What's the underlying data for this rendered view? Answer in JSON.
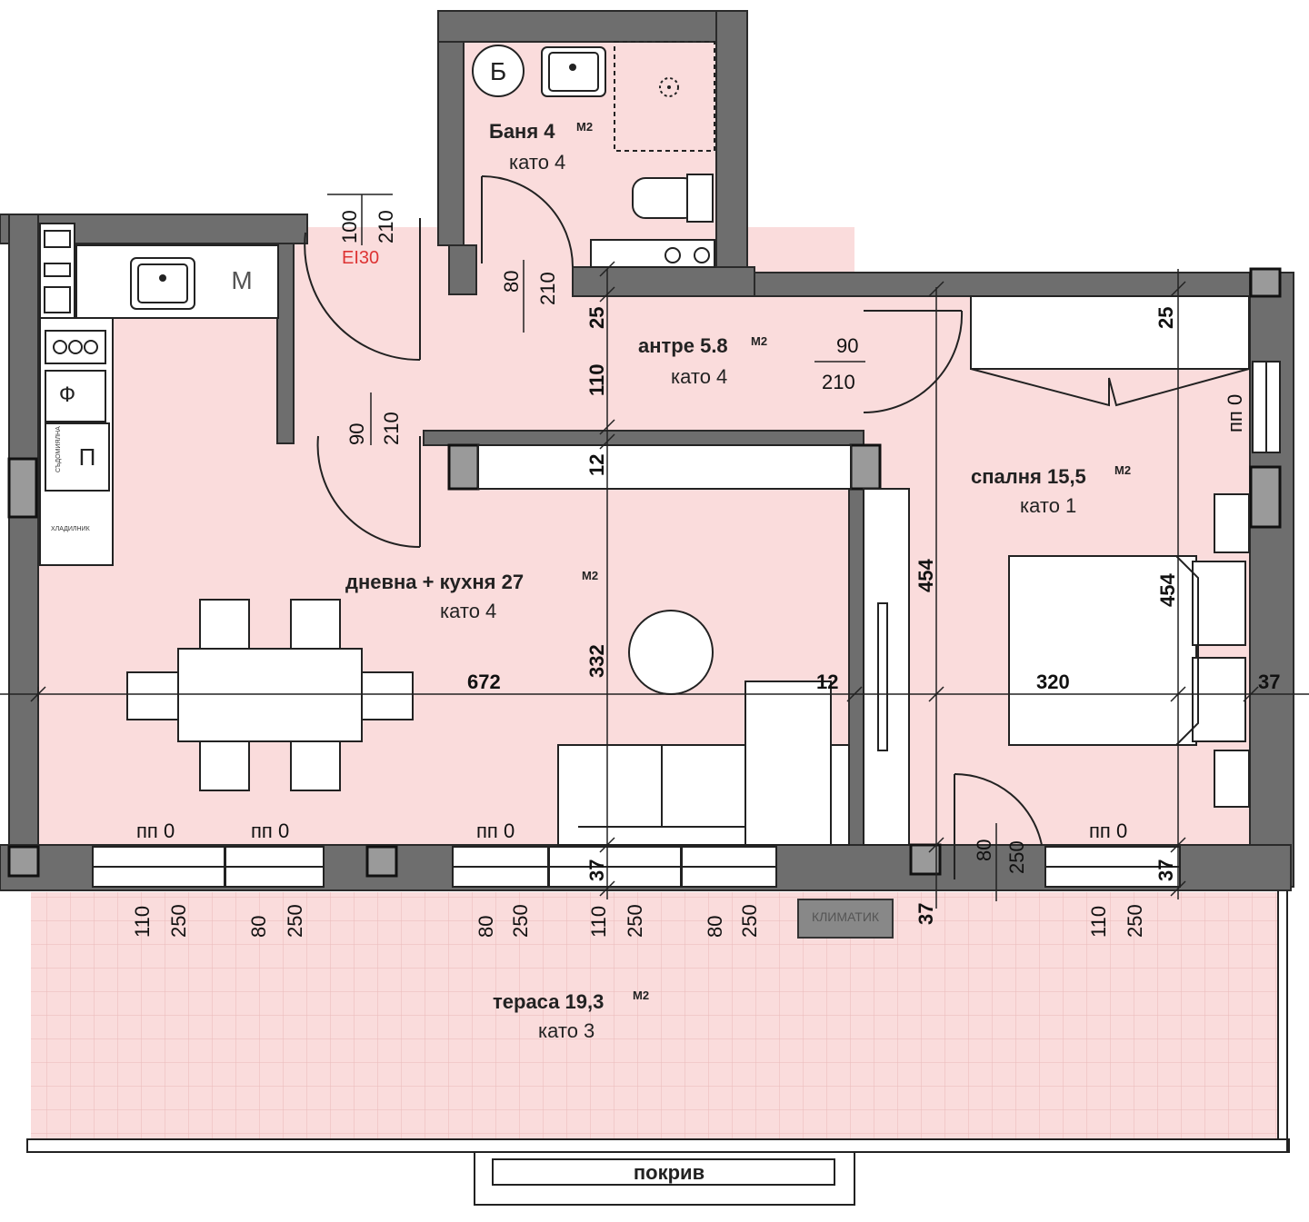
{
  "rooms": {
    "bathroom": {
      "name": "Баня 4",
      "unit": "M2",
      "floor": "като 4"
    },
    "hallway": {
      "name": "антре 5.8",
      "unit": "M2",
      "floor": "като 4"
    },
    "bedroom": {
      "name": "спалня 15,5",
      "unit": "M2",
      "floor": "като 1"
    },
    "living": {
      "name": "дневна + кухня 27",
      "unit": "M2",
      "floor": "като 4"
    },
    "terrace": {
      "name": "тераса 19,3",
      "unit": "M2",
      "floor": "като 3"
    },
    "roof": {
      "name": "покрив"
    }
  },
  "fire_rating": "EI30",
  "fixtures": {
    "boiler": "Б",
    "washer": "M",
    "stove": "Ф",
    "fridge": "П",
    "ac_unit": "КЛИМАТИК"
  },
  "appliance_notes": {
    "fridge_small": "СЪДОМИЯЛНА",
    "freezer_small": "ХЛАДИЛНИК"
  },
  "sill": "пп 0",
  "dimensions": {
    "entrance_door": [
      "100",
      "210"
    ],
    "bath_door": [
      "80",
      "210"
    ],
    "hall_door": [
      "90",
      "210"
    ],
    "living_door": [
      "90",
      "210"
    ],
    "v25_a": "25",
    "v110": "110",
    "v12_a": "12",
    "v332": "332",
    "h672": "672",
    "h12": "12",
    "v454_a": "454",
    "v454_b": "454",
    "v25_b": "25",
    "h320": "320",
    "h37_a": "37",
    "v37_a": "37",
    "v37_b": "37",
    "v37_c": "37",
    "sill_right": "пп 0",
    "bed_door": [
      "80",
      "250"
    ],
    "windows": [
      [
        "110",
        "250"
      ],
      [
        "80",
        "250"
      ],
      [
        "80",
        "250"
      ],
      [
        "110",
        "250"
      ],
      [
        "80",
        "250"
      ],
      [
        "110",
        "250"
      ]
    ]
  }
}
